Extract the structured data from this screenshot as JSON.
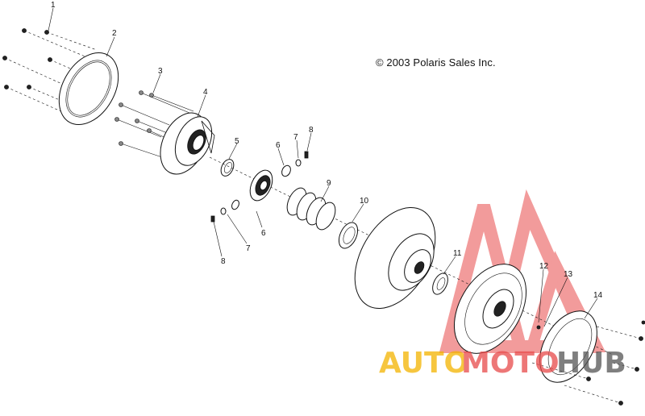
{
  "copyright": "© 2003 Polaris Sales Inc.",
  "callouts": [
    {
      "id": "c1",
      "label": "1"
    },
    {
      "id": "c2",
      "label": "2"
    },
    {
      "id": "c3",
      "label": "3"
    },
    {
      "id": "c4",
      "label": "4"
    },
    {
      "id": "c5",
      "label": "5"
    },
    {
      "id": "c6a",
      "label": "6"
    },
    {
      "id": "c7a",
      "label": "7"
    },
    {
      "id": "c8a",
      "label": "8"
    },
    {
      "id": "c9",
      "label": "9"
    },
    {
      "id": "c10",
      "label": "10"
    },
    {
      "id": "c6b",
      "label": "6"
    },
    {
      "id": "c7b",
      "label": "7"
    },
    {
      "id": "c8b",
      "label": "8"
    },
    {
      "id": "c11",
      "label": "11"
    },
    {
      "id": "c12",
      "label": "12"
    },
    {
      "id": "c13",
      "label": "13"
    },
    {
      "id": "c14",
      "label": "14"
    }
  ],
  "watermark": {
    "part1": "AUTO",
    "part2": "MOTO",
    "part3": "HUB",
    "color_primary": "#f4b400",
    "color_secondary": "#e03030",
    "color_tertiary": "#555555"
  }
}
